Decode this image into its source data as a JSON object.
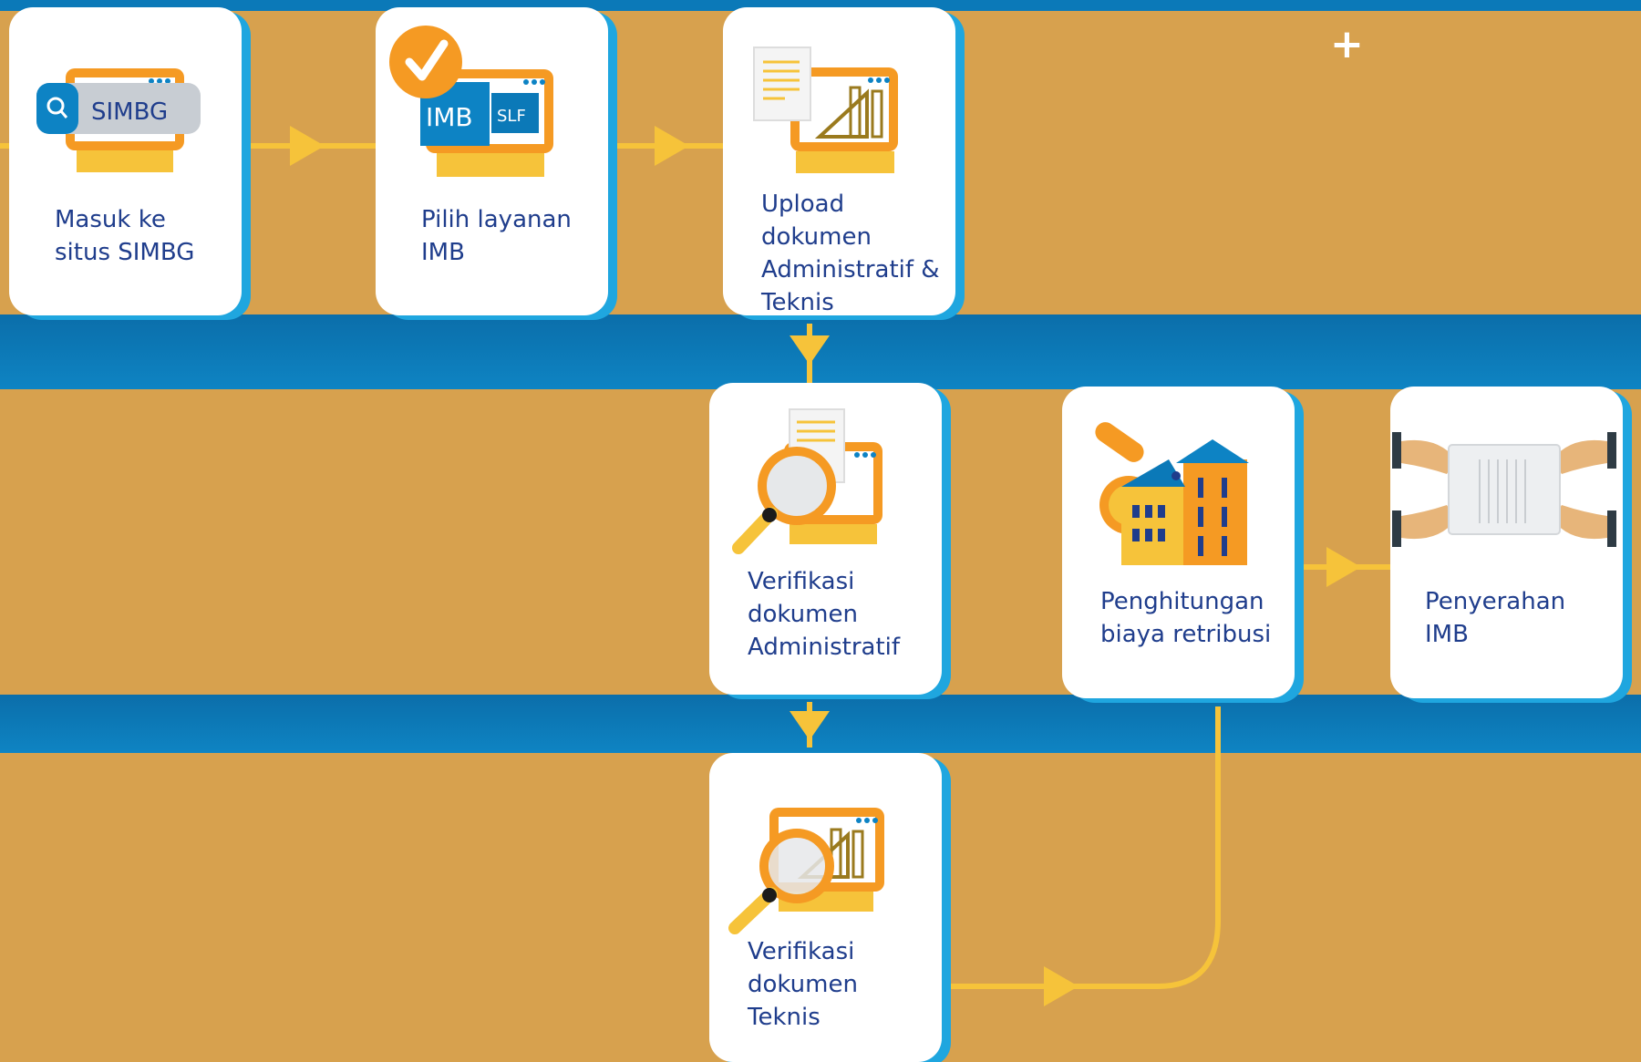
{
  "diagram": {
    "steps": [
      {
        "id": "step-1",
        "label": "Masuk ke\nsitus SIMBG",
        "icon": "monitor-search-icon",
        "screen_text": "SIMBG"
      },
      {
        "id": "step-2",
        "label": "Pilih layanan\nIMB",
        "icon": "monitor-checkmark-icon",
        "screen_text_1": "IMB",
        "screen_text_2": "SLF"
      },
      {
        "id": "step-3",
        "label": "Upload\ndokumen\nAdministratif &\nTeknis",
        "icon": "monitor-document-drafting-icon"
      },
      {
        "id": "step-4",
        "label": "Verifikasi\ndokumen\nAdministratif",
        "icon": "document-magnifier-icon"
      },
      {
        "id": "step-5",
        "label": "Verifikasi\ndokumen\nTeknis",
        "icon": "drafting-magnifier-icon"
      },
      {
        "id": "step-6",
        "label": "Penghitungan\nbiaya retribusi",
        "icon": "building-coins-icon"
      },
      {
        "id": "step-7",
        "label": "Penyerahan\nIMB",
        "icon": "handover-document-icon"
      }
    ],
    "flow": [
      "step-1",
      "step-2",
      "step-3",
      "step-4",
      "step-5",
      "step-6",
      "step-7"
    ]
  },
  "colors": {
    "background": "#D7A14E",
    "band": "#0B79B8",
    "card": "#FFFFFF",
    "card_shadow": "#1FA6DF",
    "label_text": "#1F3D8C",
    "arrow": "#F6C33A",
    "icon_orange": "#F59A23",
    "icon_blue": "#0D83C4"
  }
}
